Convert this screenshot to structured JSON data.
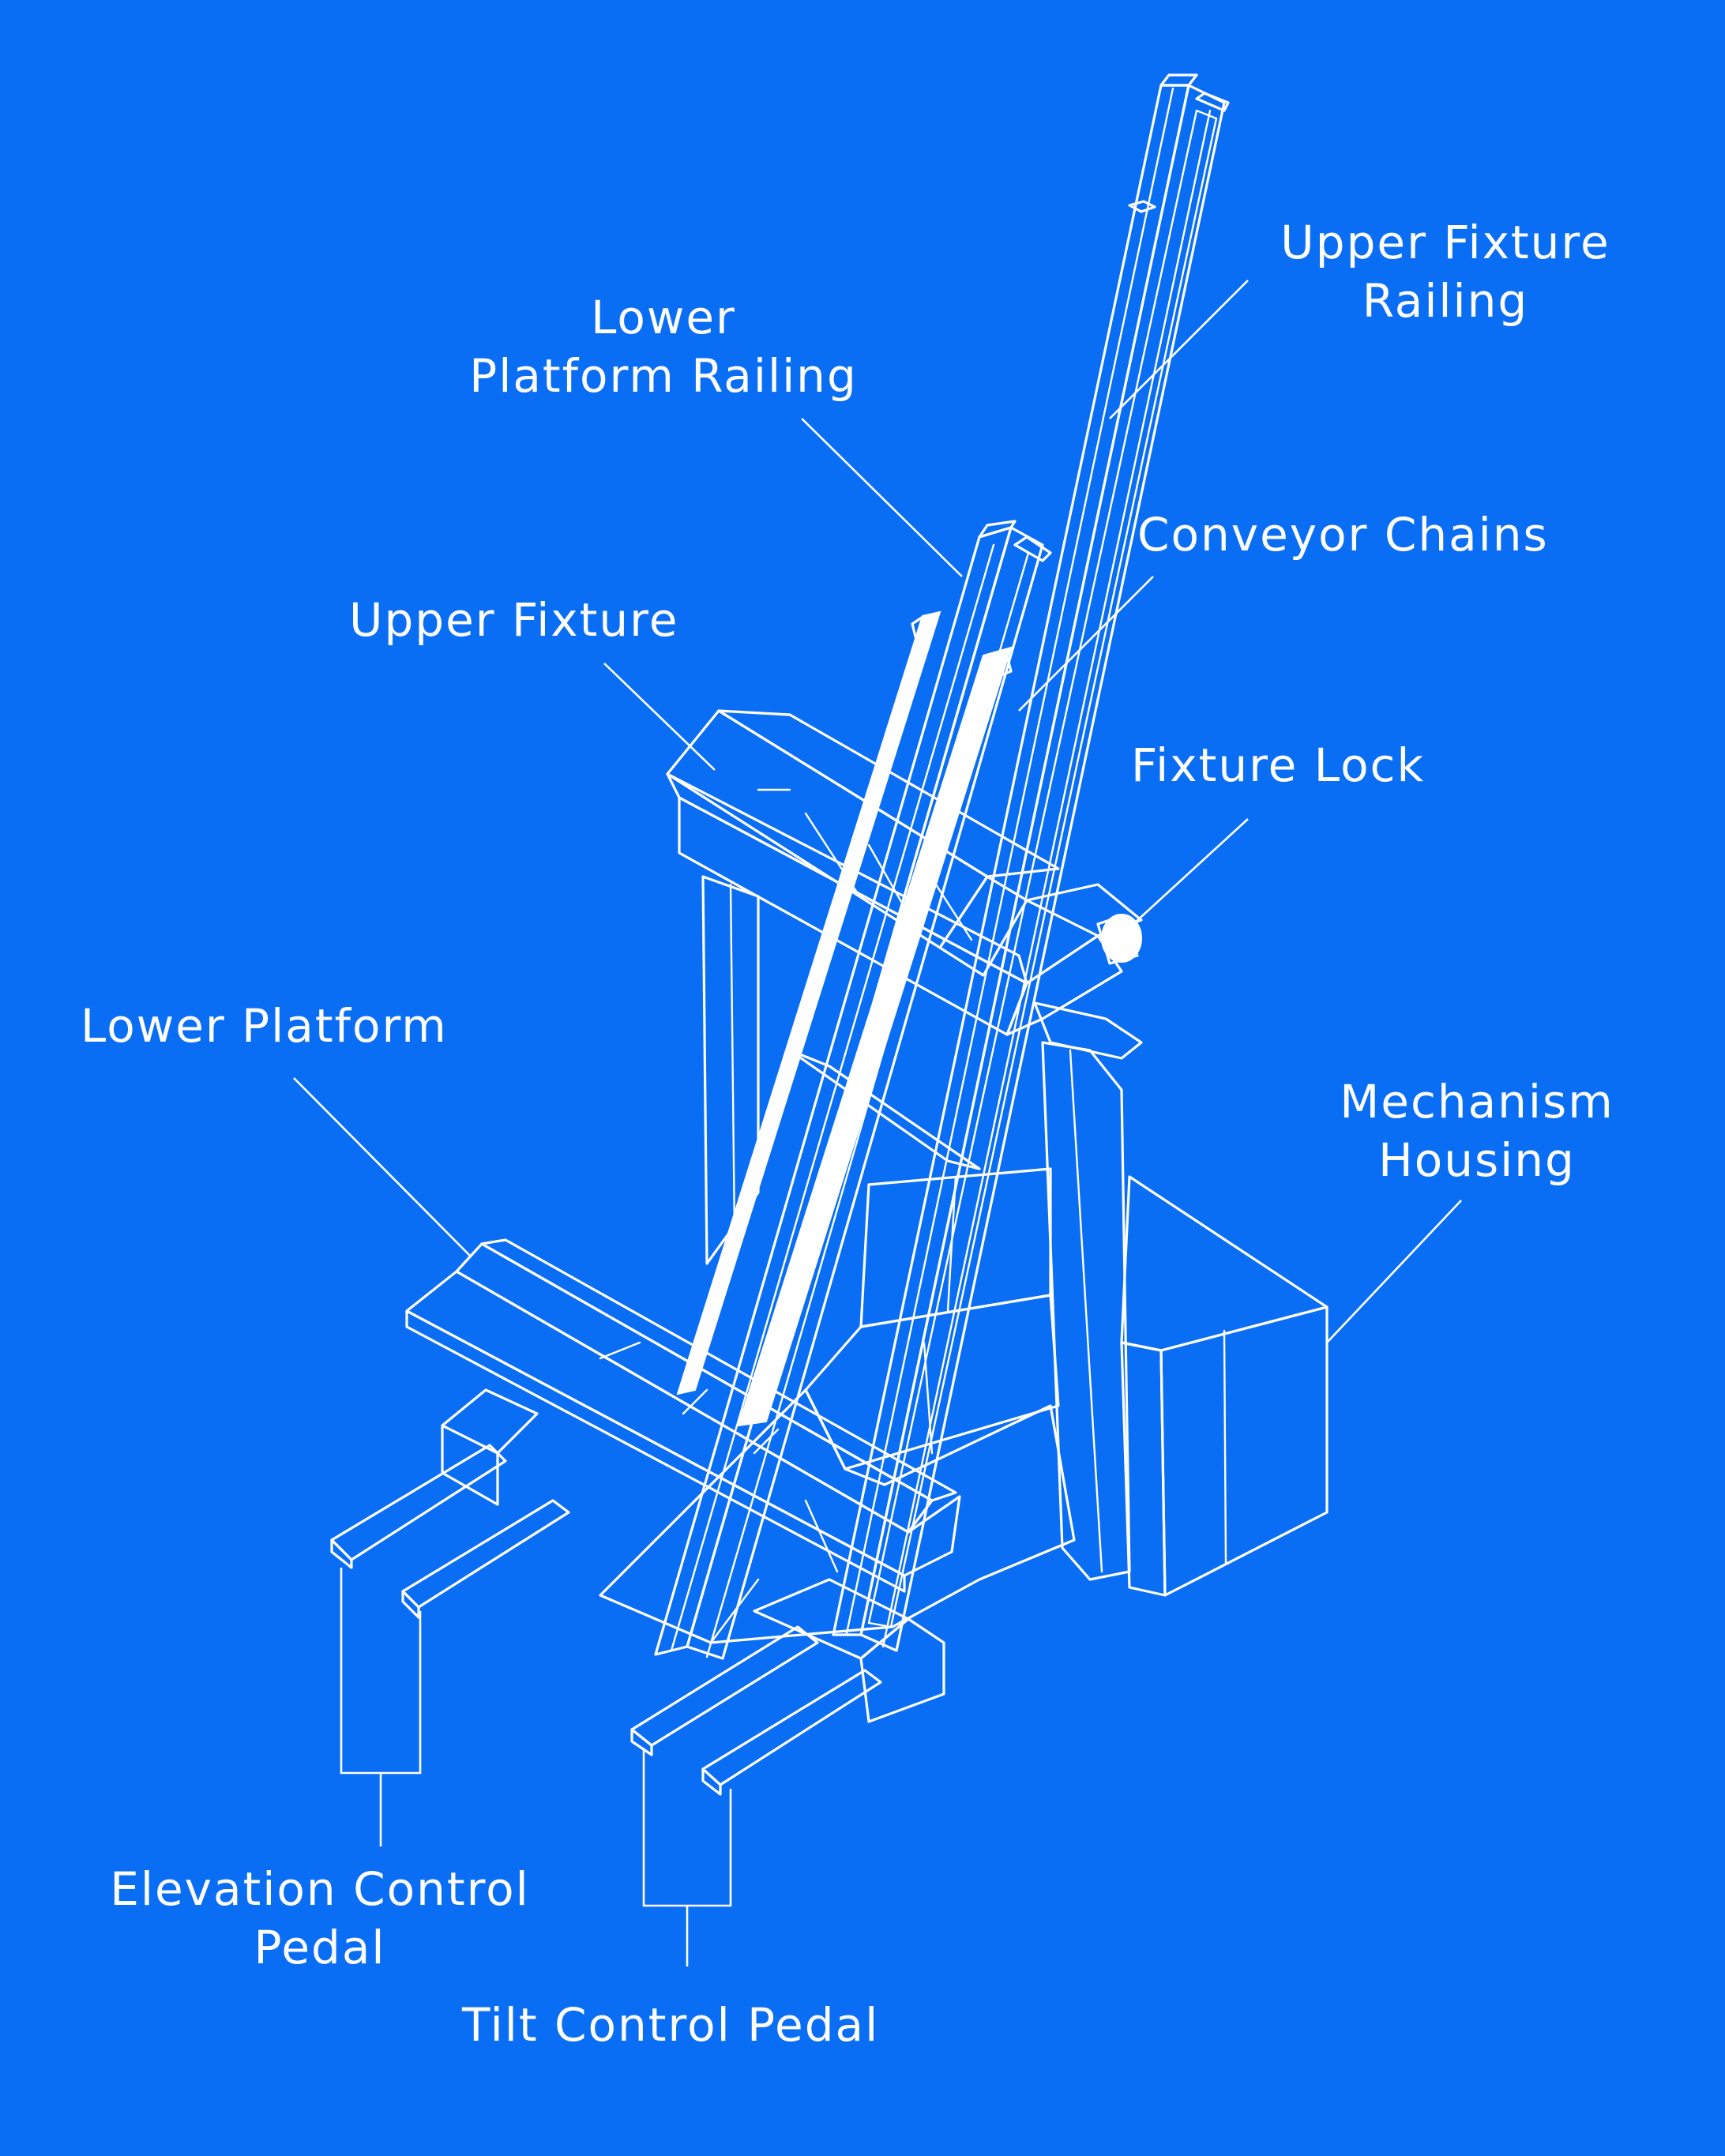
{
  "background_color": "#0a6ef5",
  "line_color": "#ffffff",
  "labels": {
    "upper_fixture_railing": [
      "Upper Fixture",
      "Railing"
    ],
    "lower_platform_railing": [
      "Lower",
      "Platform Railing"
    ],
    "conveyor_chains": [
      "Conveyor Chains"
    ],
    "upper_fixture": [
      "Upper Fixture"
    ],
    "fixture_lock": [
      "Fixture Lock"
    ],
    "lower_platform": [
      "Lower Platform"
    ],
    "mechanism_housing": [
      "Mechanism",
      "Housing"
    ],
    "elevation_control_pedal": [
      "Elevation Control",
      "Pedal"
    ],
    "tilt_control_pedal": [
      "Tilt Control Pedal"
    ]
  }
}
